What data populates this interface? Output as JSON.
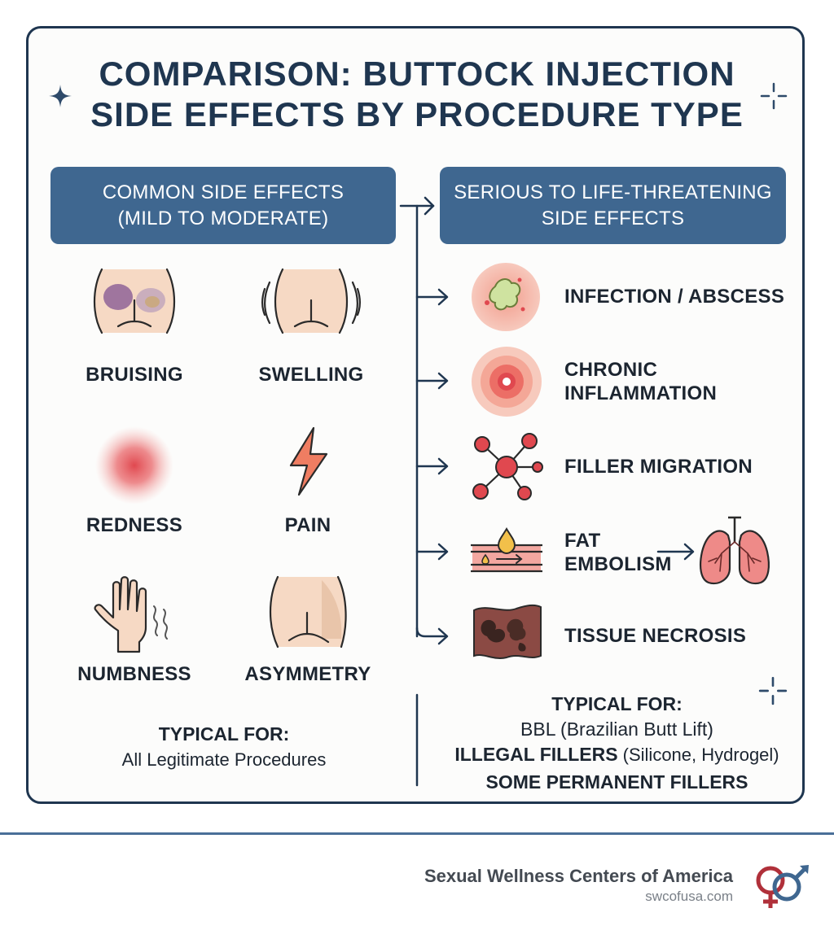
{
  "title": {
    "line1": "COMPARISON: BUTTOCK INJECTION",
    "line2": "SIDE EFFECTS BY PROCEDURE TYPE"
  },
  "common": {
    "header_line1": "COMMON SIDE EFFECTS",
    "header_line2": "(MILD TO MODERATE)",
    "items": [
      {
        "label": "BRUISING",
        "icon": "bruised-buttocks-icon"
      },
      {
        "label": "SWELLING",
        "icon": "swollen-buttocks-icon"
      },
      {
        "label": "REDNESS",
        "icon": "redness-spot-icon"
      },
      {
        "label": "PAIN",
        "icon": "lightning-bolt-icon"
      },
      {
        "label": "NUMBNESS",
        "icon": "tingling-hand-icon"
      },
      {
        "label": "ASYMMETRY",
        "icon": "asymmetric-buttocks-icon"
      }
    ],
    "typical_title": "TYPICAL FOR:",
    "typical_text": "All Legitimate Procedures"
  },
  "serious": {
    "header_line1": "SERIOUS TO LIFE-THREATENING",
    "header_line2": "SIDE EFFECTS",
    "items": [
      {
        "line1": "INFECTION / ABSCESS",
        "line2": "",
        "icon": "abscess-icon"
      },
      {
        "line1": "CHRONIC",
        "line2": "INFLAMMATION",
        "icon": "inflammation-icon"
      },
      {
        "line1": "FILLER MIGRATION",
        "line2": "",
        "icon": "network-nodes-icon"
      },
      {
        "line1": "FAT",
        "line2": "EMBOLISM",
        "icon": "blood-vessel-droplet-icon"
      },
      {
        "line1": "TISSUE NECROSIS",
        "line2": "",
        "icon": "necrotic-tissue-icon"
      }
    ],
    "typical_title": "TYPICAL FOR:",
    "typical_line1": "BBL (Brazilian Butt Lift)",
    "typical_line2_bold": "ILLEGAL FILLERS",
    "typical_line2_reg": " (Silicone, Hydrogel)",
    "typical_line3": "SOME PERMANENT FILLERS"
  },
  "footer": {
    "brand_name": "Sexual Wellness Centers of America",
    "brand_url": "swcofusa.com"
  },
  "colors": {
    "navy": "#1f3650",
    "header_blue": "#3f6790",
    "accent_red": "#e0484f",
    "skin": "#f6d9c4"
  }
}
